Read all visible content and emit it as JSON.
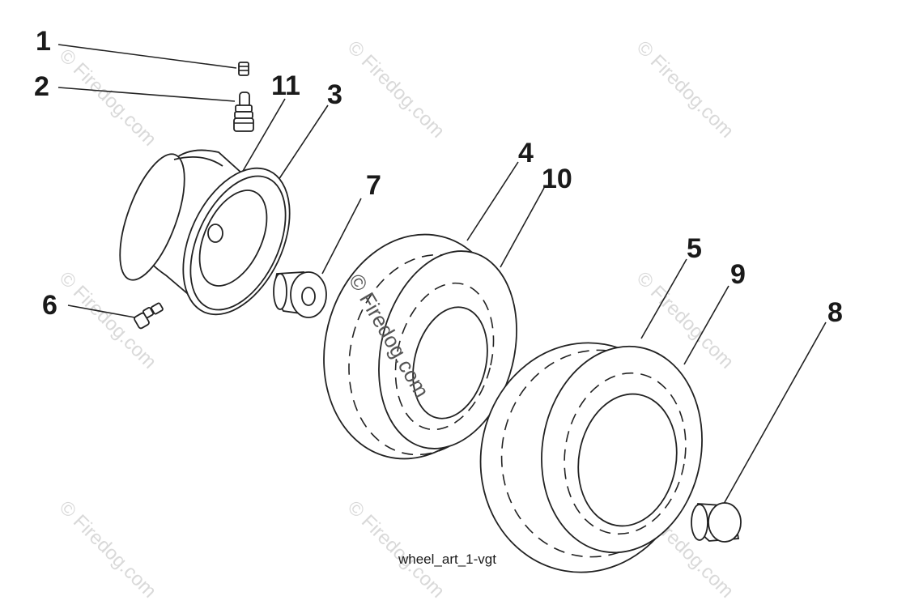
{
  "callouts": {
    "c1": "1",
    "c2": "2",
    "c3": "3",
    "c4": "4",
    "c5": "5",
    "c6": "6",
    "c7": "7",
    "c8": "8",
    "c9": "9",
    "c10": "10",
    "c11": "11"
  },
  "caption": "wheel_art_1-vgt",
  "watermark": "© Firedog.com"
}
